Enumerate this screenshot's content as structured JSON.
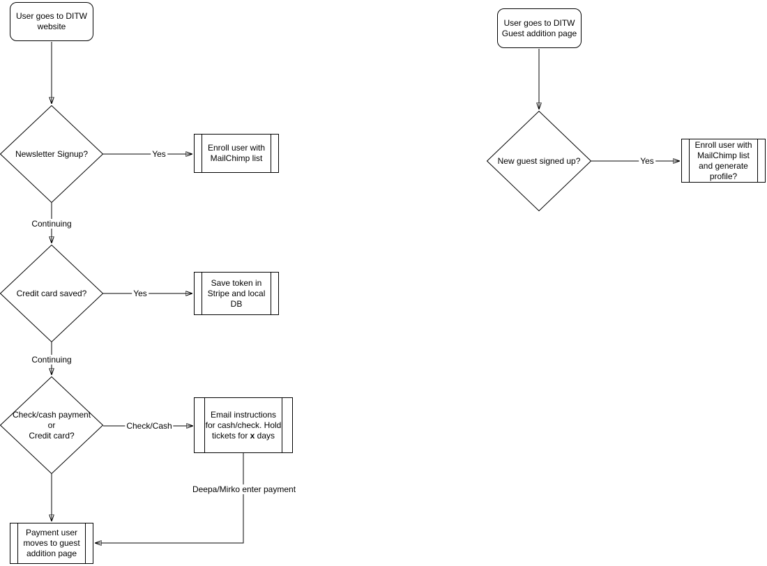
{
  "diagram": {
    "colors": {
      "background": "#ffffff",
      "stroke": "#000000",
      "text": "#000000"
    }
  },
  "left_flow": {
    "start": "User goes to DITW\nwebsite",
    "decision_newsletter": "Newsletter Signup?",
    "label_yes_newsletter": "Yes",
    "process_enroll_mailchimp": "Enroll user with\nMailChimp list",
    "label_continuing_1": "Continuing",
    "decision_credit_card": "Credit card saved?",
    "label_yes_credit": "Yes",
    "process_save_token": "Save token in\nStripe and local\nDB",
    "label_continuing_2": "Continuing",
    "decision_payment_method": "Check/cash payment\nor\nCredit card?",
    "label_check_cash": "Check/Cash",
    "process_email": {
      "part1": "Email instructions\nfor cash/check. Hold\ntickets for ",
      "bold": "x",
      "part2": " days"
    },
    "label_deepa_mirko": "Deepa/Mirko enter payment",
    "process_payment_user": "Payment user\nmoves to guest\naddition page"
  },
  "right_flow": {
    "start": "User goes to DITW\nGuest addition page",
    "decision_new_guest": "New guest signed up?",
    "label_yes_guest": "Yes",
    "process_enroll_profile": "Enroll user with\nMailChimp list\nand generate\nprofile?"
  }
}
